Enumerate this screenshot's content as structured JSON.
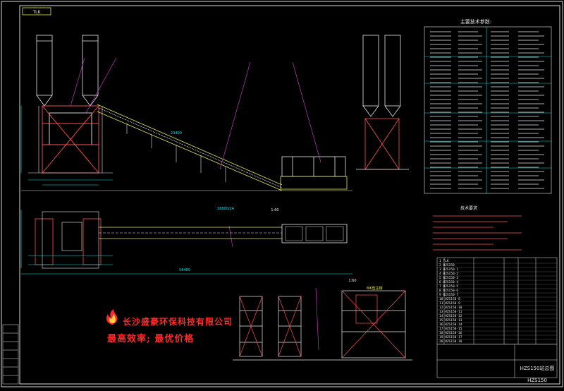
{
  "sheet": {
    "title_tag": "TLK",
    "tech_title": "主要技术参数:",
    "notes_title": "技术要求",
    "scale_left": "1:60",
    "scale_right": "1:60",
    "section_label": "MK型主楼",
    "drawing_name": "HZS150站总图",
    "model": "HZS150",
    "dim_main": "23400",
    "dim_belt": "28800/24",
    "dim_plan": "56400"
  },
  "company": {
    "name": "长沙盛豪环保科技有限公司",
    "slogan": "最高效率; 最优价格"
  },
  "bom_rows": [
    "1 TLK",
    "2 HZS150",
    "3 HZS150-1",
    "4 HZS150-2",
    "5 HZS150-3",
    "6 HZS150-4",
    "7 HZS150-5",
    "8 HZS150-6",
    "9 HZS150-7",
    "10 HZS150-8",
    "11 HZS150-9",
    "12 HZS150-10",
    "13 HZS150-11",
    "14 HZS150-12",
    "15 HZS150-13",
    "16 HZS150-14",
    "17 HZS150-15",
    "18 HZS150-16",
    "19 HZS150-17",
    "20 HZS150-18"
  ],
  "colors": {
    "frame": "#d8d8d8",
    "structure": "#e8e8e8",
    "cyan": "#00e5e5",
    "magenta": "#e040e0",
    "red": "#ff2a2a",
    "yellow": "#e8e84a",
    "green": "#3cdc3c"
  }
}
